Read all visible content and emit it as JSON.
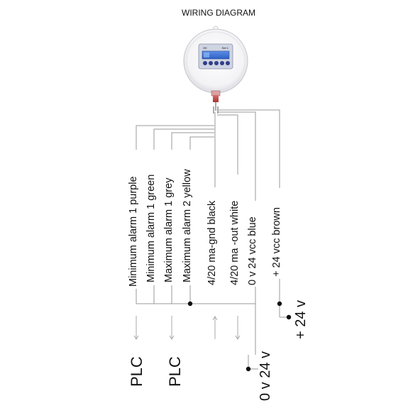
{
  "title": "WIRING DIAGRAM",
  "device": {
    "display_left": "OK",
    "display_right": "Set 1"
  },
  "wires": [
    "Minimum alarm 1 purple",
    "Minimum alarm 1 green",
    "Maximum alarm 1 grey",
    "Maximum alarm 2 yellow",
    "4/20 ma-gnd black",
    "4/20 ma -out white",
    "0 v 24 vcc blue",
    "+ 24 vcc brown"
  ],
  "outputs": {
    "plc_1": "PLC",
    "plc_2": "PLC"
  },
  "supply": {
    "plus": "+ 24 v",
    "zero": "0 v 24 v"
  }
}
